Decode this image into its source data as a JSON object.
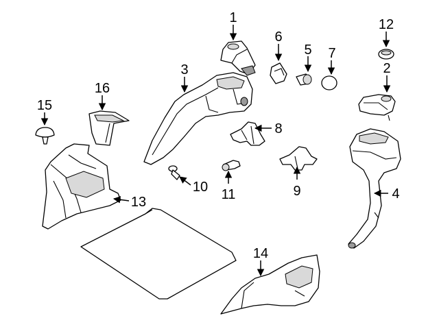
{
  "diagram": {
    "callouts": [
      {
        "id": "1",
        "label": "1"
      },
      {
        "id": "2",
        "label": "2"
      },
      {
        "id": "3",
        "label": "3"
      },
      {
        "id": "4",
        "label": "4"
      },
      {
        "id": "5",
        "label": "5"
      },
      {
        "id": "6",
        "label": "6"
      },
      {
        "id": "7",
        "label": "7"
      },
      {
        "id": "8",
        "label": "8"
      },
      {
        "id": "9",
        "label": "9"
      },
      {
        "id": "10",
        "label": "10"
      },
      {
        "id": "11",
        "label": "11"
      },
      {
        "id": "12",
        "label": "12"
      },
      {
        "id": "13",
        "label": "13"
      },
      {
        "id": "14",
        "label": "14"
      },
      {
        "id": "15",
        "label": "15"
      },
      {
        "id": "16",
        "label": "16"
      }
    ]
  }
}
